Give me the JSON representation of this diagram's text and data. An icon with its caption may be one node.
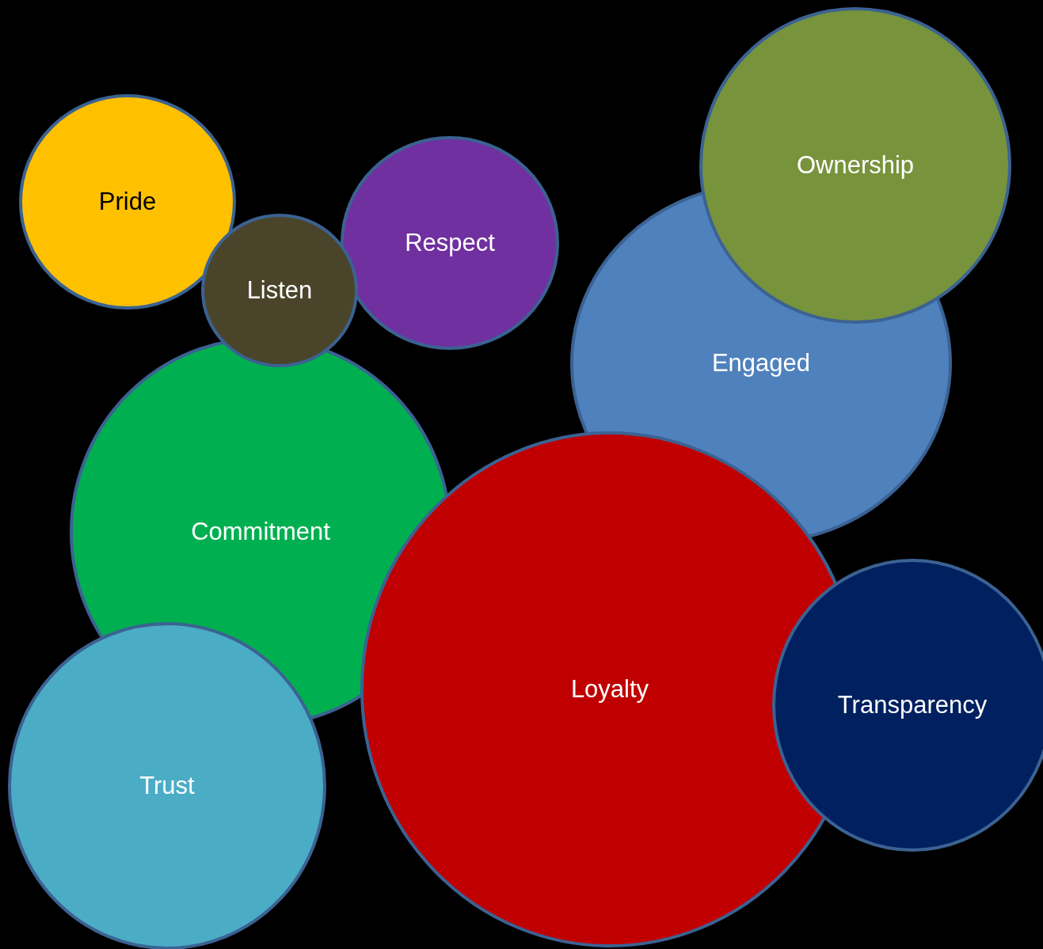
{
  "diagram": {
    "nodes": [
      {
        "text": [
          "Pride"
        ]
      },
      {
        "text": [
          "Listen"
        ]
      },
      {
        "text": [
          "Respect"
        ]
      },
      {
        "text": [
          "Ownership"
        ]
      },
      {
        "text": [
          "Engaged"
        ]
      },
      {
        "text": [
          "Commitment"
        ]
      },
      {
        "text": [
          "Loyalty"
        ]
      },
      {
        "text": [
          "Transparency"
        ]
      },
      {
        "text": [
          "Trust"
        ]
      }
    ],
    "edges": []
  }
}
